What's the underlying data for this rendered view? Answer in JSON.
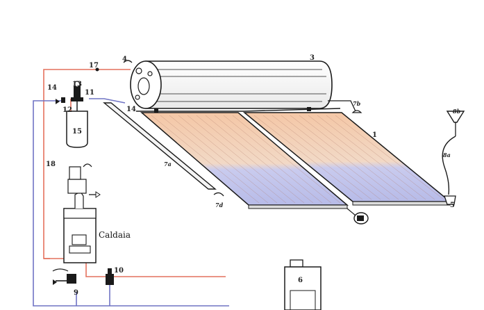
{
  "labels": {
    "n1": "1",
    "n3": "3",
    "n4": "4",
    "n5": "5",
    "n6": "6",
    "n7a": "7a",
    "n7b": "7b",
    "n7d": "7d",
    "n8a": "8a",
    "n8b": "8b",
    "n9": "9",
    "n10": "10",
    "n11": "11",
    "n12": "12",
    "n13": "13",
    "n14a": "14",
    "n14b": "14",
    "n15": "15",
    "n17": "17",
    "n18": "18",
    "caldaia": "Caldaia"
  },
  "colors": {
    "hot_pipe": "#e4715d",
    "cold_pipe": "#6f73c4",
    "outline": "#1a1a1a",
    "collector_warm": "#f3c9a8",
    "collector_cold": "#b9bde6"
  }
}
